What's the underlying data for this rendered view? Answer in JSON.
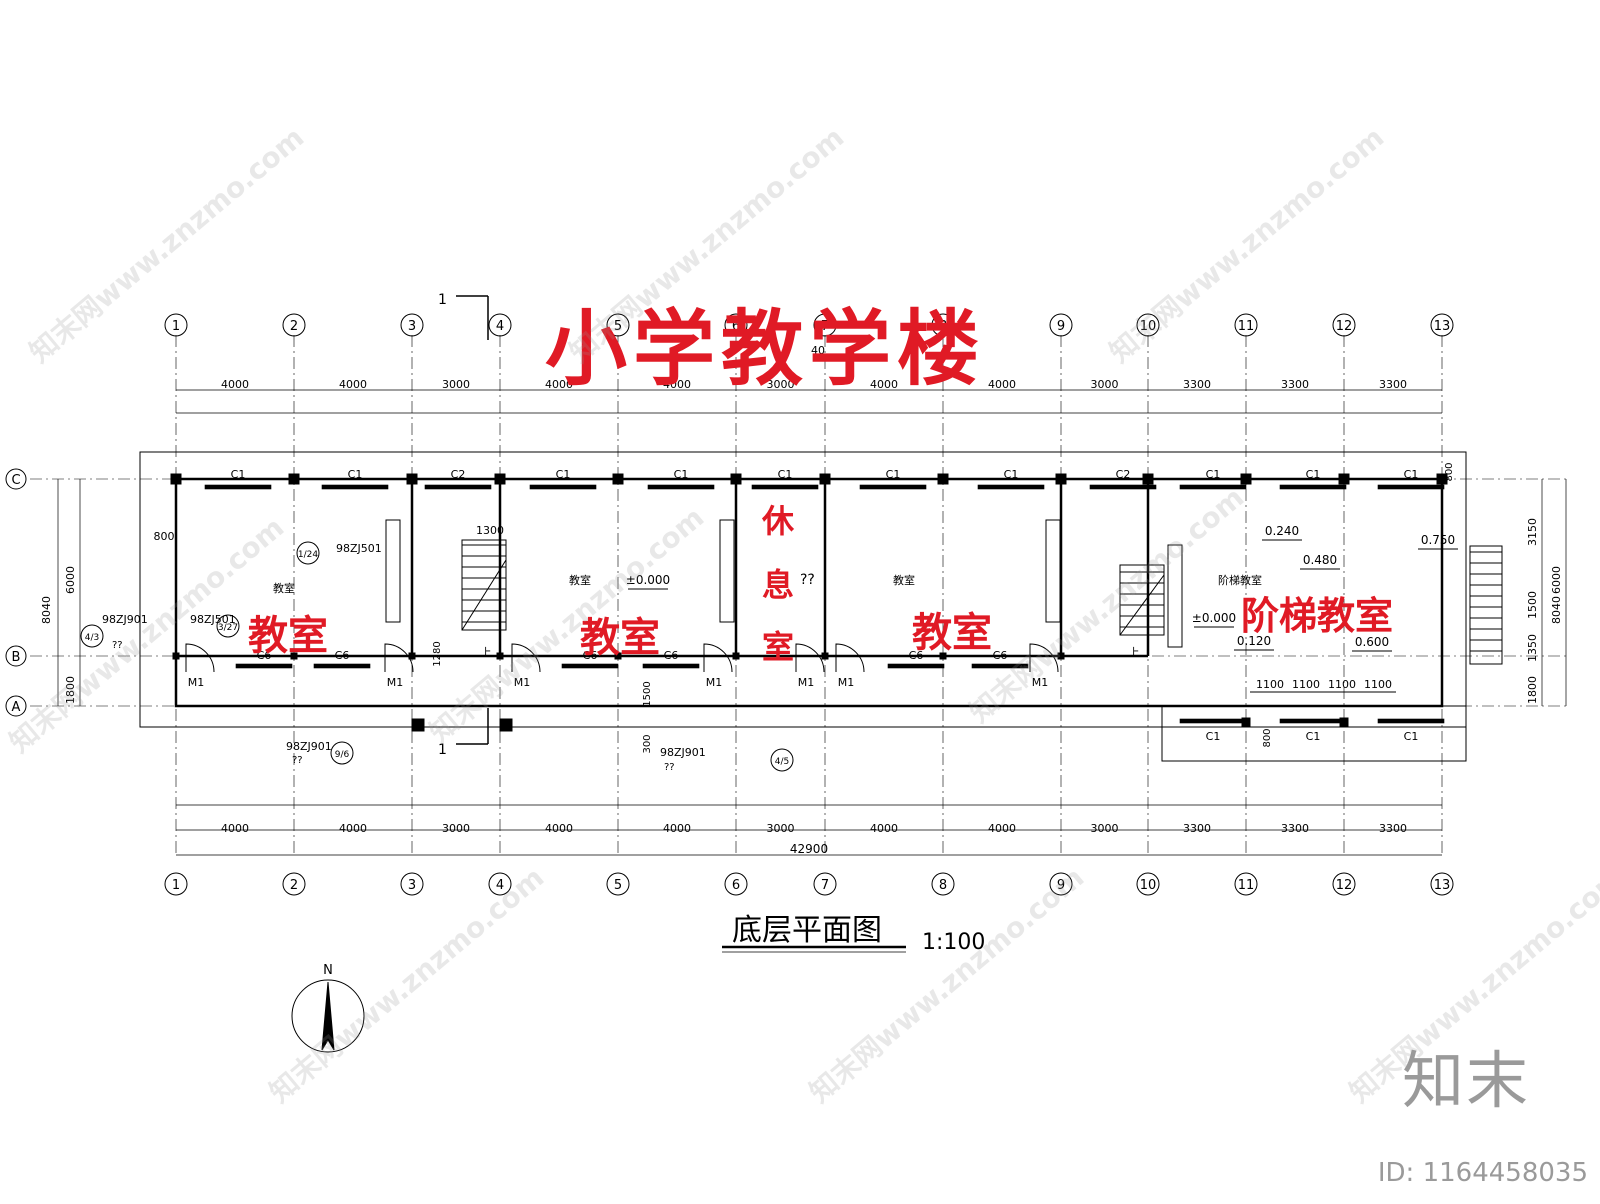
{
  "title": "小学教学楼",
  "plan": {
    "name": "底层平面图",
    "scale": "1:100"
  },
  "rooms_red": {
    "classroom": "教室",
    "rest_room": [
      "休",
      "息",
      "室"
    ],
    "lecture_hall": "阶梯教室"
  },
  "rooms_small": {
    "classroom": "教室",
    "lecture_hall": "阶梯教室"
  },
  "axes_numeric": [
    "1",
    "2",
    "3",
    "4",
    "5",
    "6",
    "7",
    "8",
    "9",
    "10",
    "11",
    "12",
    "13"
  ],
  "axes_letter": [
    "A",
    "B",
    "C"
  ],
  "dims": {
    "top_outer": [
      "4000",
      "4000",
      "3000",
      "4000",
      "4000",
      "3000",
      "4000",
      "4000",
      "3000",
      "3300",
      "3300",
      "3300"
    ],
    "top_extra": "40",
    "bottom_total": "42900",
    "bottom_mid": [
      "4000",
      "4000",
      "3000",
      "4000",
      "4000",
      "3000",
      "4000",
      "4000",
      "3000",
      "3300",
      "3300",
      "3300"
    ],
    "left": [
      "8040",
      "6000",
      "1800"
    ],
    "right": [
      "3150",
      "1500",
      "1350",
      "1800",
      "6000",
      "8040"
    ],
    "misc": [
      "800",
      "1300",
      "1280",
      "1500",
      "300",
      "800",
      "800",
      "1100",
      "1100",
      "1100",
      "1100"
    ]
  },
  "elevations": [
    "±0.000",
    "±0.000",
    "0.240",
    "0.480",
    "0.750",
    "0.120",
    "0.600"
  ],
  "windows": [
    "C1",
    "C2",
    "C6"
  ],
  "doors": [
    "M1"
  ],
  "stair_label": "上",
  "refs": [
    "98ZJ501",
    "98ZJ901",
    "98ZJ501",
    "98ZJ901",
    "98ZJ901"
  ],
  "ref_nums": [
    "1/24",
    "3/27",
    "4/3",
    "9/6",
    "4/5"
  ],
  "section_mark": "1",
  "unknown_marks": "??",
  "watermark": "知末网www.znzmo.com",
  "corner_logo": "知末",
  "corner_id": "ID: 1164458035",
  "colors": {
    "accent": "#e01a25",
    "line": "#000000",
    "watermark": "#9a9a9a"
  }
}
